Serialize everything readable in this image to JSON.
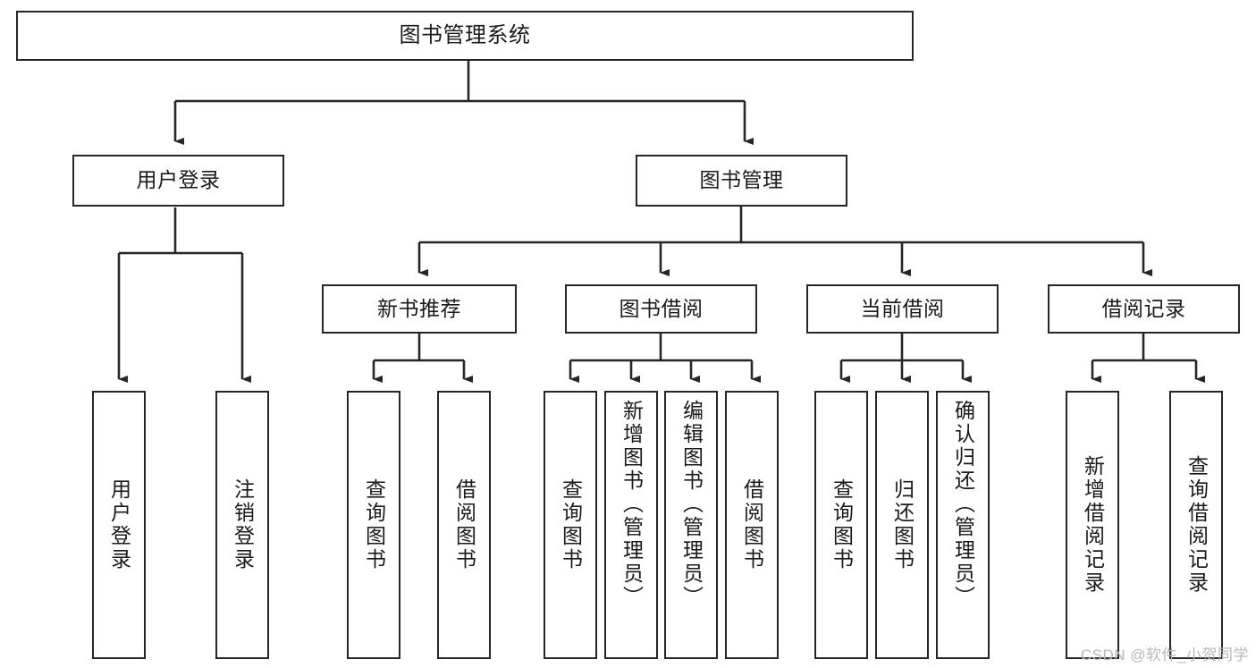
{
  "diagram": {
    "title": "图书管理系统",
    "type": "tree-hierarchy",
    "watermark": "CSDN @软件_小贺同学",
    "colors": {
      "stroke": "#262626",
      "fill": "#ffffff",
      "text": "#1a1a1a",
      "watermark": "#b8b8b8"
    },
    "nodes": {
      "root": {
        "label": "图书管理系统"
      },
      "level1": [
        {
          "label": "用户登录"
        },
        {
          "label": "图书管理"
        }
      ],
      "level2": [
        {
          "label": "新书推荐"
        },
        {
          "label": "图书借阅"
        },
        {
          "label": "当前借阅"
        },
        {
          "label": "借阅记录"
        }
      ],
      "leaves": {
        "user_login": [
          {
            "label": "用户登录"
          },
          {
            "label": "注销登录"
          }
        ],
        "new_book": [
          {
            "label": "查询图书"
          },
          {
            "label": "借阅图书"
          }
        ],
        "book_borrow": [
          {
            "label": "查询图书"
          },
          {
            "label": "新增图书（管理员）"
          },
          {
            "label": "编辑图书（管理员）"
          },
          {
            "label": "借阅图书"
          }
        ],
        "current_borrow": [
          {
            "label": "查询图书"
          },
          {
            "label": "归还图书"
          },
          {
            "label": "确认归还（管理员）"
          }
        ],
        "borrow_record": [
          {
            "label": "新增借阅记录"
          },
          {
            "label": "查询借阅记录"
          }
        ]
      }
    }
  }
}
